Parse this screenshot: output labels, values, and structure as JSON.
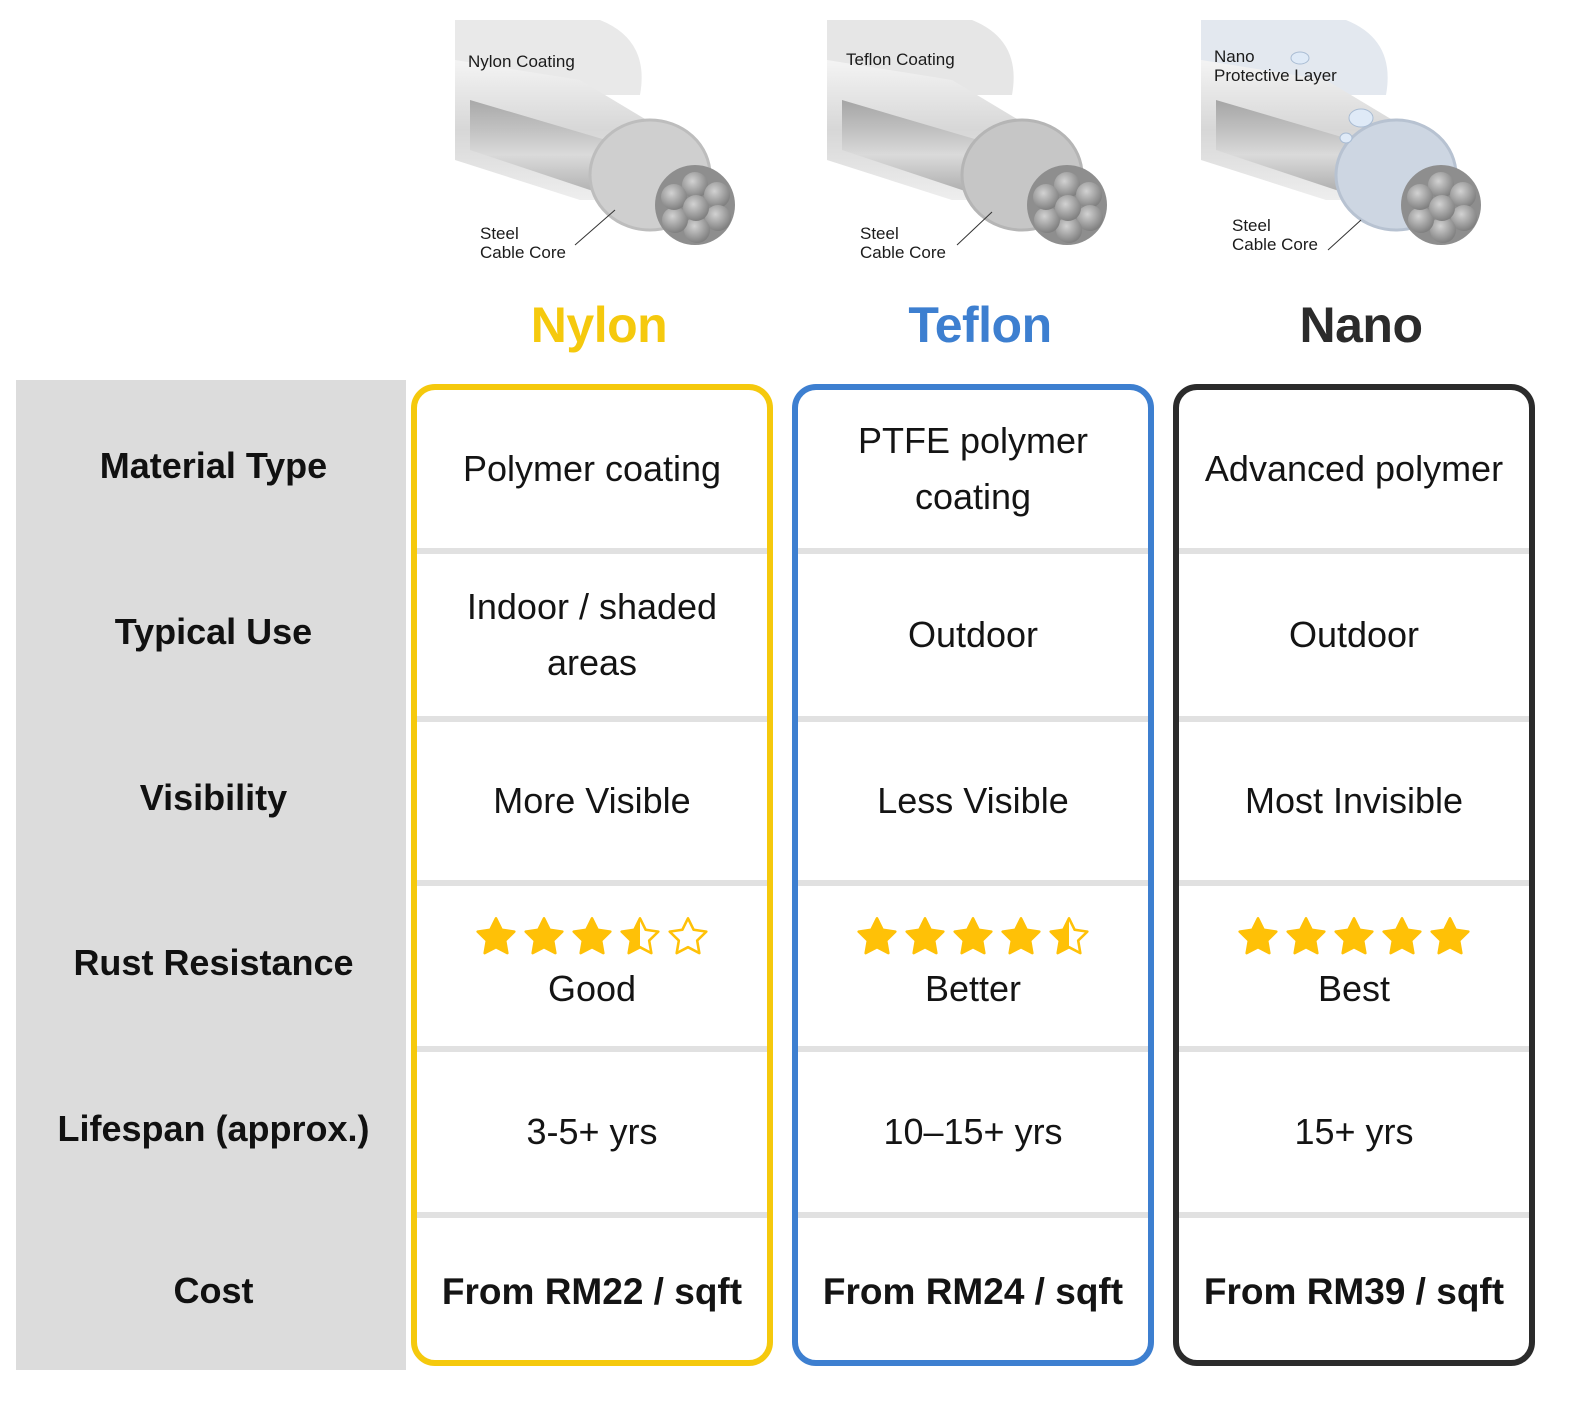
{
  "colors": {
    "nylon": "#f5c90d",
    "teflon": "#3d7fd0",
    "nano": "#2b2b2b",
    "star": "#ffc107",
    "label_panel": "#dcdcdc"
  },
  "cables": {
    "nylon": {
      "coating_label": "Nylon Coating",
      "core_label": "Steel\nCable Core"
    },
    "teflon": {
      "coating_label": "Teflon Coating",
      "core_label": "Steel\nCable Core"
    },
    "nano": {
      "coating_label": "Nano\nProtective Layer",
      "core_label": "Steel\nCable Core"
    }
  },
  "products": [
    {
      "key": "nylon",
      "name": "Nylon"
    },
    {
      "key": "teflon",
      "name": "Teflon"
    },
    {
      "key": "nano",
      "name": "Nano"
    }
  ],
  "rows": [
    {
      "label": "Material Type"
    },
    {
      "label": "Typical Use"
    },
    {
      "label": "Visibility"
    },
    {
      "label": "Rust Resistance"
    },
    {
      "label": "Lifespan (approx.)"
    },
    {
      "label": "Cost"
    }
  ],
  "table": {
    "nylon": {
      "material_type": "Polymer coating",
      "typical_use_1": "Indoor / shaded",
      "typical_use_2": "areas",
      "visibility": "More Visible",
      "rust_rating": 3.5,
      "rust_text": "Good",
      "lifespan": "3-5+ yrs",
      "cost": "From RM22 / sqft"
    },
    "teflon": {
      "material_type_1": "PTFE polymer",
      "material_type_2": "coating",
      "typical_use": "Outdoor",
      "visibility": "Less Visible",
      "rust_rating": 4.5,
      "rust_text": "Better",
      "lifespan": "10–15+ yrs",
      "cost": "From RM24 / sqft"
    },
    "nano": {
      "material_type": "Advanced polymer",
      "typical_use": "Outdoor",
      "visibility": "Most Invisible",
      "rust_rating": 5,
      "rust_text": "Best",
      "lifespan": "15+ yrs",
      "cost": "From RM39 / sqft"
    }
  }
}
